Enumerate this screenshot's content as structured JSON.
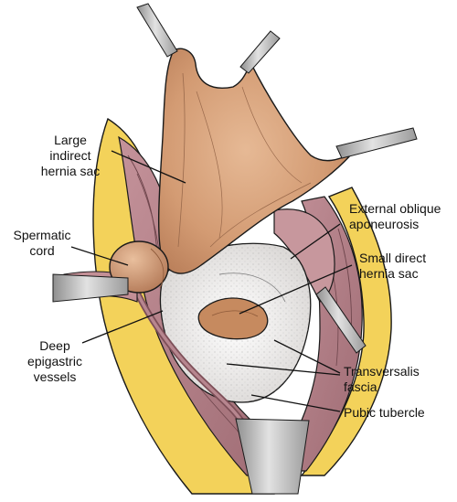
{
  "figure": {
    "labels": {
      "large_indirect_hernia_sac": [
        "Large",
        "indirect",
        "hernia sac"
      ],
      "spermatic_cord": [
        "Spermatic",
        "cord"
      ],
      "deep_epigastric_vessels": [
        "Deep",
        "epigastric",
        "vessels"
      ],
      "external_oblique_aponeurosis": [
        "External oblique",
        "aponeurosis"
      ],
      "small_direct_hernia_sac": [
        "Small direct",
        "hernia sac"
      ],
      "transversalis_fascia": [
        "Transversalis",
        "fascia"
      ],
      "pubic_tubercle": [
        "Pubic tubercle"
      ]
    },
    "colors": {
      "skin_yellow": "#f3d25a",
      "sac_tan": "#d9a27a",
      "muscle_mauve": "#b9848a",
      "fascia_white": "#f2f0ee",
      "retractor_gray": "#b9b9b9",
      "outline": "#1a1a1a"
    }
  }
}
